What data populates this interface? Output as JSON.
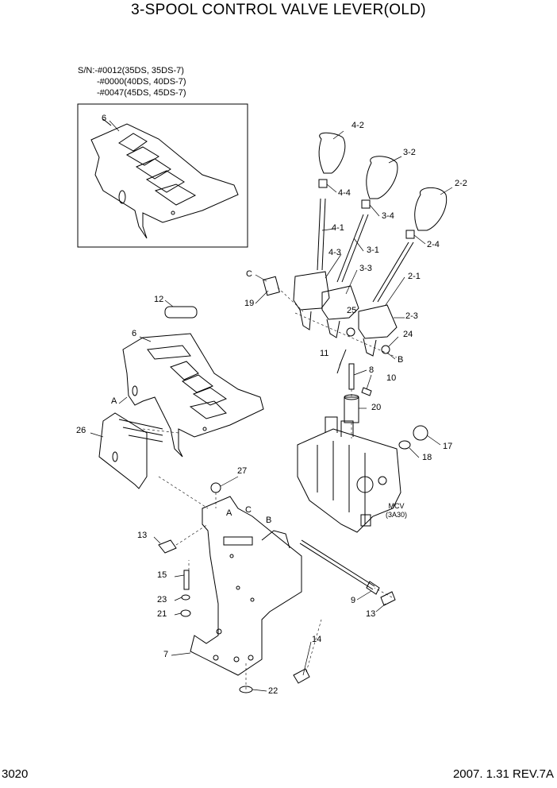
{
  "title": "3-SPOOL CONTROL VALVE LEVER(OLD)",
  "serial_notes": [
    "S/N:-#0012(35DS, 35DS-7)",
    "-#0000(40DS, 40DS-7)",
    "-#0047(45DS, 45DS-7)"
  ],
  "callouts": {
    "c6a": "6",
    "c42": "4-2",
    "c32": "3-2",
    "c22": "2-2",
    "c44": "4-4",
    "c34": "3-4",
    "c41": "4-1",
    "c24": "2-4",
    "c31": "3-1",
    "c43": "4-3",
    "c33": "3-3",
    "c21": "2-1",
    "cC": "C",
    "c19": "19",
    "c12": "12",
    "c25": "25",
    "c23": "2-3",
    "c6b": "6",
    "c24b": "24",
    "c11": "11",
    "cB": "B",
    "c8": "8",
    "c10": "10",
    "cA": "A",
    "c20": "20",
    "c26": "26",
    "c17": "17",
    "c18": "18",
    "c27": "27",
    "cA2": "A",
    "cC2": "C",
    "cB2": "B",
    "c13a": "13",
    "c15": "15",
    "c23b": "23",
    "c21b": "21",
    "c9": "9",
    "c13b": "13",
    "c14": "14",
    "c7": "7",
    "c22b": "22"
  },
  "mcv_label": [
    "MCV",
    "(3A30)"
  ],
  "footer": {
    "page": "3020",
    "revision": "2007. 1.31 REV.7A"
  }
}
